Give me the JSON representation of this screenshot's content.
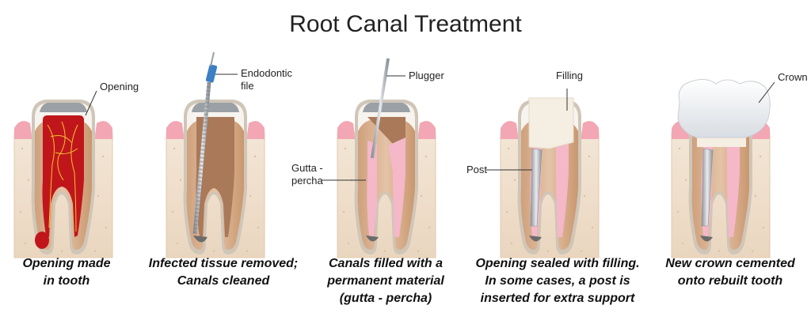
{
  "title": "Root Canal Treatment",
  "labels": {
    "opening": "Opening",
    "endodontic_file_line1": "Endodontic",
    "endodontic_file_line2": "file",
    "plugger": "Plugger",
    "gutta_line1": "Gutta -",
    "gutta_line2": "percha",
    "filling": "Filling",
    "post": "Post",
    "crown": "Crown"
  },
  "steps": [
    {
      "line1": "Opening made",
      "line2": "in tooth"
    },
    {
      "line1": "Infected tissue removed;",
      "line2": "Canals cleaned"
    },
    {
      "line1": "Canals filled with a",
      "line2": "permanent material",
      "line3": "(gutta - percha)"
    },
    {
      "line1": "Opening sealed with filling.",
      "line2": "In some cases, a post is",
      "line3": "inserted for extra support"
    },
    {
      "line1": "New crown cemented",
      "line2": "onto rebuilt tooth"
    }
  ],
  "colors": {
    "gum": "#f3a6b3",
    "bone": "#f2e2d0",
    "enamel": "#ffffff",
    "dentin": "#ddb89a",
    "pulp_infected": "#c0161b",
    "nerve": "#f2c230",
    "gutta_percha": "#f4b8c8",
    "post": "#b5b9bf",
    "filling": "#f5eee2",
    "crown": "#f4f6f8",
    "file_handle": "#3b7fc4"
  }
}
